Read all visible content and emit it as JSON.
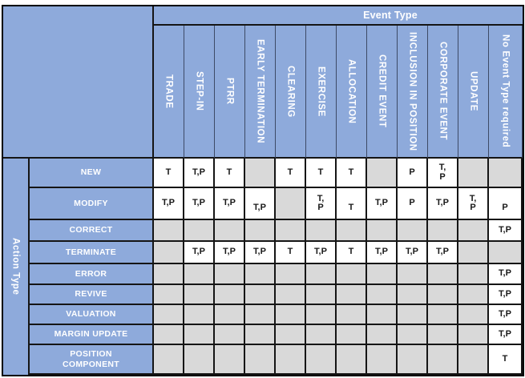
{
  "table": {
    "event_type_header": "Event Type",
    "action_type_header": "Action Type",
    "columns": [
      "TRADE",
      "STEP-IN",
      "PTRR",
      "EARLY TERMINATION",
      "CLEARING",
      "EXERCISE",
      "ALLOCATION",
      "CREDIT EVENT",
      "INCLUSION IN POSITION",
      "CORPORATE EVENT",
      "UPDATE",
      "No Event Type required"
    ],
    "rows": [
      {
        "label": "NEW",
        "cells": [
          "T",
          "T,P",
          "T",
          null,
          "T",
          "T",
          "T",
          null,
          "P",
          "T,\nP",
          null,
          null
        ]
      },
      {
        "label": "MODIFY",
        "cells": [
          "T,P",
          "T,P",
          "T,P",
          "\nT,P",
          null,
          "T,\nP",
          "\nT",
          "T,P",
          "P",
          "T,P",
          "T,\nP",
          "\nP"
        ]
      },
      {
        "label": "CORRECT",
        "cells": [
          null,
          null,
          null,
          null,
          null,
          null,
          null,
          null,
          null,
          null,
          null,
          "T,P"
        ]
      },
      {
        "label": "TERMINATE",
        "cells": [
          null,
          "T,P",
          "T,P",
          "T,P",
          "T",
          "T,P",
          "T",
          "T,P",
          "T,P",
          "T,P",
          null,
          null
        ]
      },
      {
        "label": "ERROR",
        "cells": [
          null,
          null,
          null,
          null,
          null,
          null,
          null,
          null,
          null,
          null,
          null,
          "T,P"
        ]
      },
      {
        "label": "REVIVE",
        "cells": [
          null,
          null,
          null,
          null,
          null,
          null,
          null,
          null,
          null,
          null,
          null,
          "T,P"
        ]
      },
      {
        "label": "VALUATION",
        "cells": [
          null,
          null,
          null,
          null,
          null,
          null,
          null,
          null,
          null,
          null,
          null,
          "T,P"
        ]
      },
      {
        "label": "MARGIN UPDATE",
        "cells": [
          null,
          null,
          null,
          null,
          null,
          null,
          null,
          null,
          null,
          null,
          null,
          "T,P"
        ]
      },
      {
        "label": "POSITION\nCOMPONENT",
        "cells": [
          null,
          null,
          null,
          null,
          null,
          null,
          null,
          null,
          null,
          null,
          null,
          "T"
        ]
      }
    ],
    "colors": {
      "header_blue": "#8EAADB",
      "not_applicable_gray": "#D9D9D9",
      "value_cell_white": "#FFFFFF",
      "header_text": "#FFFFFF",
      "value_text": "#191919",
      "border": "#000000"
    }
  }
}
